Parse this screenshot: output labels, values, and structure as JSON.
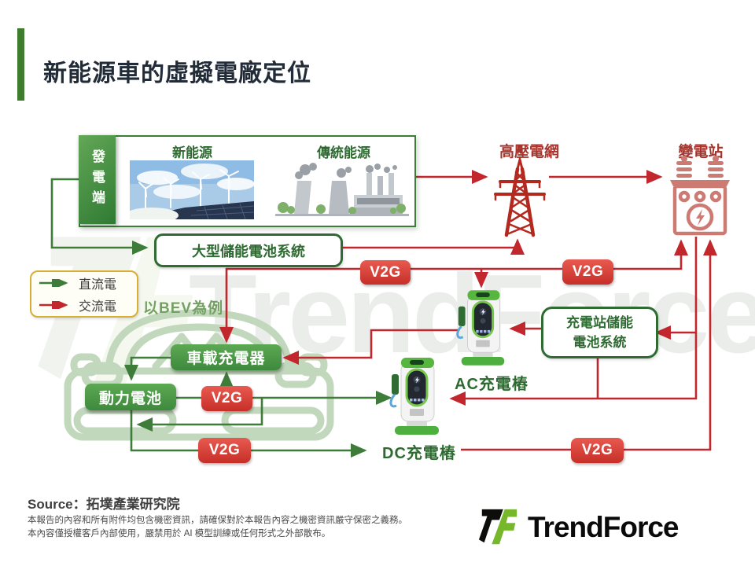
{
  "header": {
    "title": "新能源車的虛擬電廠定位"
  },
  "generation": {
    "side_label": "發電端",
    "new_energy_label": "新能源",
    "traditional_label": "傳統能源"
  },
  "grid": {
    "hv_label": "高壓電網",
    "substation_label": "變電站"
  },
  "storage": {
    "large_label": "大型儲能電池系統",
    "station_label_line1": "充電站儲能",
    "station_label_line2": "電池系統"
  },
  "legend": {
    "dc_label": "直流電",
    "ac_label": "交流電",
    "note": "以BEV為例"
  },
  "vehicle": {
    "onboard_charger_label": "車載充電器",
    "battery_label": "動力電池"
  },
  "chargers": {
    "ac_label": "AC充電樁",
    "dc_label": "DC充電樁"
  },
  "badges": {
    "v2g": "V2G"
  },
  "watermark": {
    "text": "TrendForce"
  },
  "footer": {
    "source": "Source：拓墣產業研究院",
    "disclaimer_line1": "本報告的內容和所有附件均包含機密資訊，請確保對於本報告內容之機密資訊嚴守保密之義務。",
    "disclaimer_line2": "本內容僅授權客戶內部使用，嚴禁用於 AI 模型訓練或任何形式之外部散布。",
    "logo_text": "TrendForce"
  },
  "colors": {
    "dc_line_green": "#3E7C39",
    "ac_line_red": "#C1272D",
    "dark_green_text": "#2E6B31",
    "dark_red_text": "#A6342C",
    "accent_green": "#3E7D2E",
    "badge_red": "#D9453C",
    "legend_border_yellow": "#D9AE35"
  }
}
